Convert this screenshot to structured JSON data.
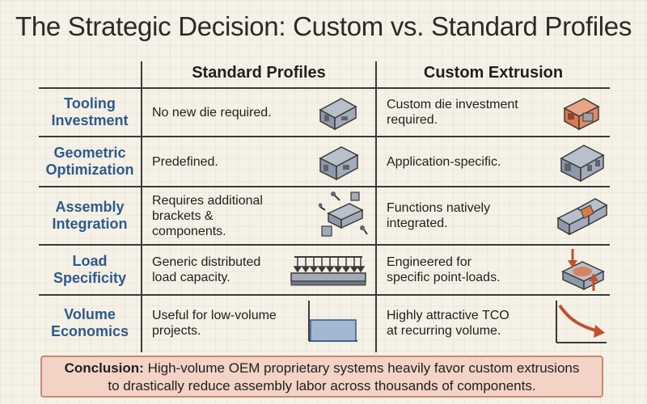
{
  "title": "The Strategic Decision: Custom vs. Standard Profiles",
  "columns": {
    "standard": "Standard Profiles",
    "custom": "Custom Extrusion"
  },
  "rows": [
    {
      "label_1": "Tooling",
      "label_2": "Investment",
      "standard_1": "No new die required.",
      "standard_2": "",
      "standard_3": "",
      "custom_1": "Custom die investment",
      "custom_2": "required."
    },
    {
      "label_1": "Geometric",
      "label_2": "Optimization",
      "standard_1": "Predefined.",
      "standard_2": "",
      "standard_3": "",
      "custom_1": "Application-specific.",
      "custom_2": ""
    },
    {
      "label_1": "Assembly",
      "label_2": "Integration",
      "standard_1": "Requires additional",
      "standard_2": "brackets &",
      "standard_3": "components.",
      "custom_1": "Functions natively",
      "custom_2": "integrated."
    },
    {
      "label_1": "Load",
      "label_2": "Specificity",
      "standard_1": "Generic distributed",
      "standard_2": "load capacity.",
      "standard_3": "",
      "custom_1": "Engineered for",
      "custom_2": "specific point-loads."
    },
    {
      "label_1": "Volume",
      "label_2": "Economics",
      "standard_1": "Useful for low-volume",
      "standard_2": "projects.",
      "standard_3": "",
      "custom_1": "Highly attractive TCO",
      "custom_2": "at recurring volume."
    }
  ],
  "conclusion": {
    "lead": "Conclusion:",
    "line_1": " High-volume OEM proprietary systems heavily favor custom extrusions",
    "line_2": "to drastically reduce assembly labor across thousands of components."
  },
  "colors": {
    "label_blue": "#2d5a8c",
    "profile_steel": "#8f98a8",
    "custom_orange": "#d9794e"
  }
}
